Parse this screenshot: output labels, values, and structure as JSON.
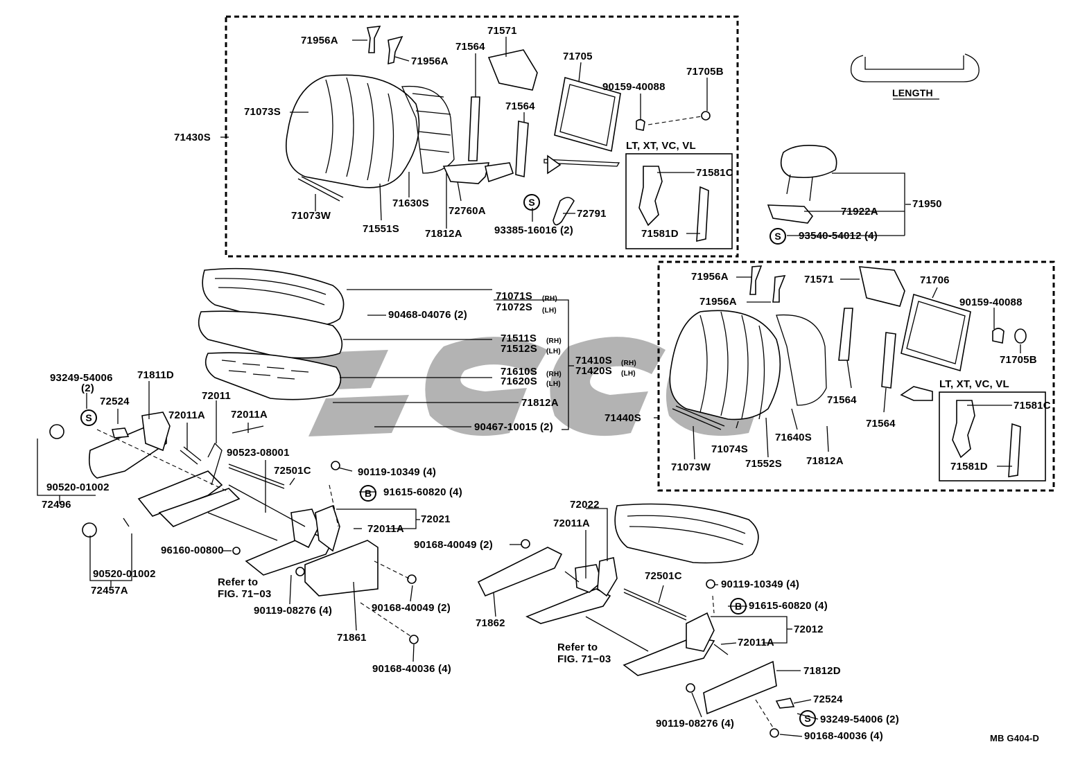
{
  "labels": {
    "p71956A_1": "71956A",
    "p71956A_2": "71956A",
    "p71571_top": "71571",
    "p71564_a": "71564",
    "p71705": "71705",
    "p71705B_top": "71705B",
    "p90159_top": "90159-40088",
    "p71564_b": "71564",
    "p71073S": "71073S",
    "p71430S": "71430S",
    "lt_variants_top": "LT, XT, VC, VL",
    "p71581C_top": "71581C",
    "p71581D_top": "71581D",
    "p71630S": "71630S",
    "p72760A": "72760A",
    "p72791": "72791",
    "p71073W_top": "71073W",
    "p71551S": "71551S",
    "p71812A_top": "71812A",
    "p93385": "93385-16016 (2)",
    "length": "LENGTH",
    "p71950": "71950",
    "p71922A": "71922A",
    "p93540": "93540-54012 (4)",
    "p71071S": "71071S",
    "p71072S": "71072S",
    "p90468": "90468-04076 (2)",
    "p71511S": "71511S",
    "p71512S": "71512S",
    "p71410S": "71410S",
    "p71610S": "71610S",
    "p71420S": "71420S",
    "p71620S": "71620S",
    "p71812A_mid": "71812A",
    "p90467": "90467-10015 (2)",
    "rh": "(RH)",
    "lh": "(LH)",
    "p71956A_3": "71956A",
    "p71571_r": "71571",
    "p71706": "71706",
    "p71956A_4": "71956A",
    "p90159_r": "90159-40088",
    "p71705B_r": "71705B",
    "p71564_c": "71564",
    "p71564_d": "71564",
    "lt_variants_r": "LT, XT, VC, VL",
    "p71581C_r": "71581C",
    "p71440S": "71440S",
    "p71640S": "71640S",
    "p71581D_r": "71581D",
    "p71073W_r": "71073W",
    "p71074S": "71074S",
    "p71552S": "71552S",
    "p71812A_r": "71812A",
    "p93249_l": "93249-54006",
    "qty2": "(2)",
    "p71811D": "71811D",
    "p72011": "72011",
    "p72524_l": "72524",
    "p72011A_1": "72011A",
    "p72011A_2": "72011A",
    "p90523": "90523-08001",
    "p72501C_l": "72501C",
    "p90119_10349_l": "90119-10349 (4)",
    "p90520_1": "90520-01002",
    "p72496": "72496",
    "p91615_l": "91615-60820 (4)",
    "p72021": "72021",
    "p72011A_3": "72011A",
    "p96160": "96160-00800",
    "p90520_2": "90520-01002",
    "p72457A": "72457A",
    "refer1": "Refer to",
    "fig1": "FIG. 71−03",
    "p90119_08276_l": "90119-08276 (4)",
    "p90168_40049_a": "90168-40049 (2)",
    "p90168_40049_b": "90168-40049 (2)",
    "p71861": "71861",
    "p90168_40036_l": "90168-40036 (4)",
    "p72022": "72022",
    "p72011A_4": "72011A",
    "p72501C_r": "72501C",
    "p71862": "71862",
    "p90119_10349_r": "90119-10349 (4)",
    "p91615_r": "91615-60820 (4)",
    "p72012": "72012",
    "p72011A_5": "72011A",
    "refer2": "Refer to",
    "fig2": "FIG. 71−03",
    "p71812D": "71812D",
    "p72524_r": "72524",
    "p93249_r": "93249-54006 (2)",
    "p90119_08276_r": "90119-08276 (4)",
    "p90168_40036_r": "90168-40036 (4)",
    "mb_code": "MB G404-D"
  },
  "markers": {
    "s": "S",
    "b": "B"
  }
}
